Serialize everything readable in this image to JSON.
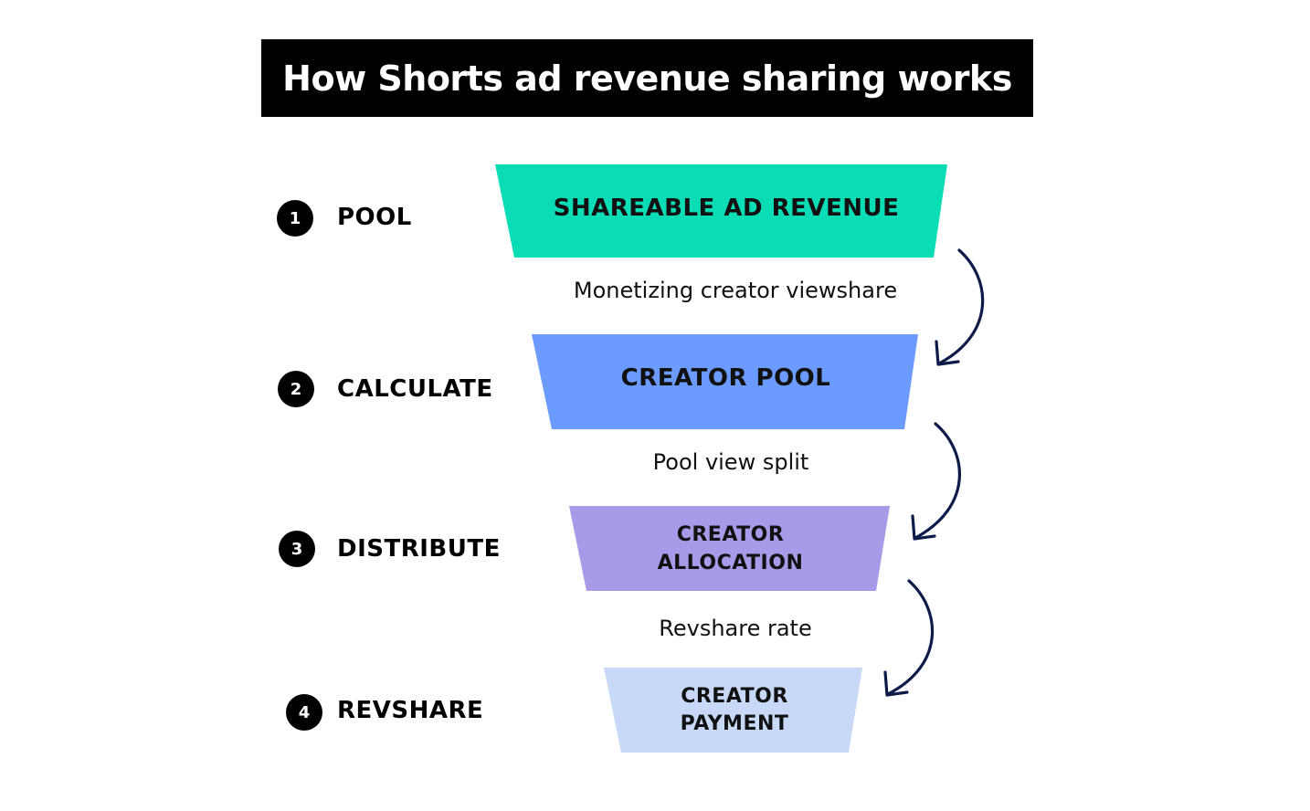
{
  "title": "How Shorts ad revenue sharing works",
  "steps": [
    {
      "number": "1",
      "label": "POOL"
    },
    {
      "number": "2",
      "label": "CALCULATE"
    },
    {
      "number": "3",
      "label": "DISTRIBUTE"
    },
    {
      "number": "4",
      "label": "REVSHARE"
    }
  ],
  "funnel": [
    {
      "line1": "SHAREABLE AD REVENUE",
      "line2": "",
      "color": "#0adcb5"
    },
    {
      "line1": "CREATOR POOL",
      "line2": "",
      "color": "#6b9bff"
    },
    {
      "line1": "CREATOR",
      "line2": "ALLOCATION",
      "color": "#a99ae9"
    },
    {
      "line1": "CREATOR",
      "line2": "PAYMENT",
      "color": "#c8d9f8"
    }
  ],
  "connectors": [
    "Monetizing creator viewshare",
    "Pool view split",
    "Revshare rate"
  ],
  "arrow_color": "#0d1b4a"
}
